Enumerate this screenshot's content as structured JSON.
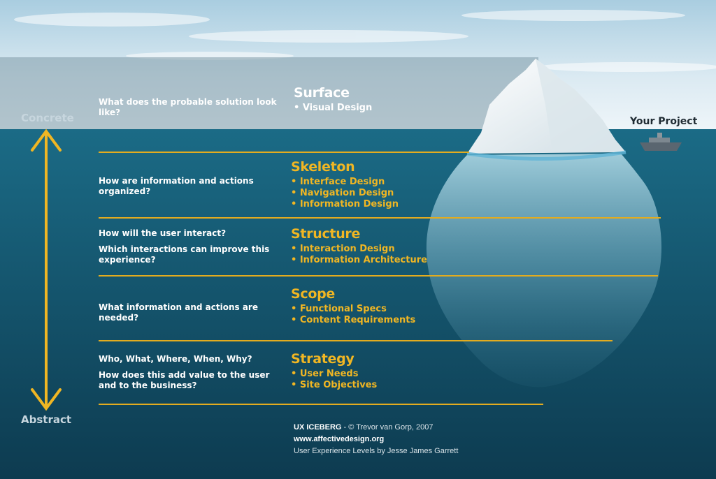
{
  "axis": {
    "top_label": "Concrete",
    "bottom_label": "Abstract"
  },
  "project_label": "Your Project",
  "levels": [
    {
      "title": "Surface",
      "questions": [
        "What does the probable solution look like?"
      ],
      "items": [
        "Visual Design"
      ]
    },
    {
      "title": "Skeleton",
      "questions": [
        "How are information and actions organized?"
      ],
      "items": [
        "Interface Design",
        "Navigation Design",
        "Information Design"
      ]
    },
    {
      "title": "Structure",
      "questions": [
        "How will the user interact?",
        "Which interactions can improve this experience?"
      ],
      "items": [
        "Interaction Design",
        "Information Architecture"
      ]
    },
    {
      "title": "Scope",
      "questions": [
        "What information and actions are needed?"
      ],
      "items": [
        "Functional Specs",
        "Content Requirements"
      ]
    },
    {
      "title": "Strategy",
      "questions": [
        "Who, What, Where, When, Why?",
        "How does this add value to the user and to the business?"
      ],
      "items": [
        "User Needs",
        "Site Objectives"
      ]
    }
  ],
  "credits": {
    "line1_title": "UX ICEBERG",
    "line1_rest": " - © Trevor van Gorp, 2007",
    "line2": "www.affectivedesign.org",
    "line3": "User Experience Levels by Jesse James Garrett"
  },
  "colors": {
    "sky": "#dfeef6",
    "water": "#114a63",
    "accent": "#f0b623",
    "ice": "#f4f7f8"
  }
}
